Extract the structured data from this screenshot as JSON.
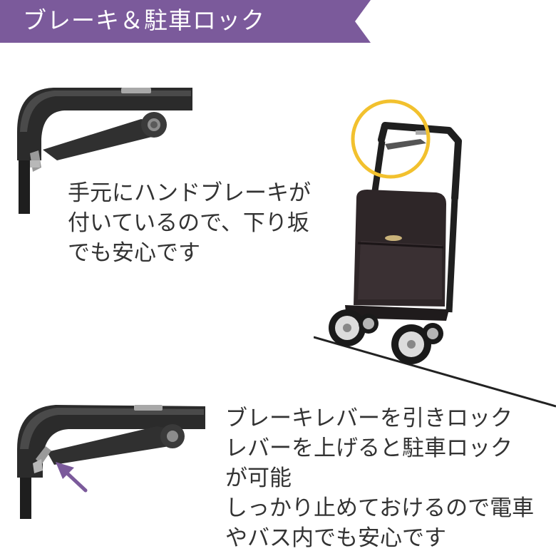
{
  "header": {
    "title": "ブレーキ＆駐車ロック",
    "color": "#7b5a9b"
  },
  "hand_brake_text": {
    "lines": [
      "手元にハンドブレーキが",
      "付いているので、下り坂",
      "でも安心です"
    ]
  },
  "parking_lock_text": {
    "lines": [
      "ブレーキレバーを引きロック",
      "レバーを上げると駐車ロック",
      "が可能",
      "しっかり止めておけるので電車",
      "やバス内でも安心です"
    ]
  },
  "colors": {
    "highlight_circle": "#f2c12e",
    "arrow": "#7b5a9b",
    "cart_body": "#2e2628",
    "frame": "#1f1f1f",
    "text": "#333333"
  }
}
